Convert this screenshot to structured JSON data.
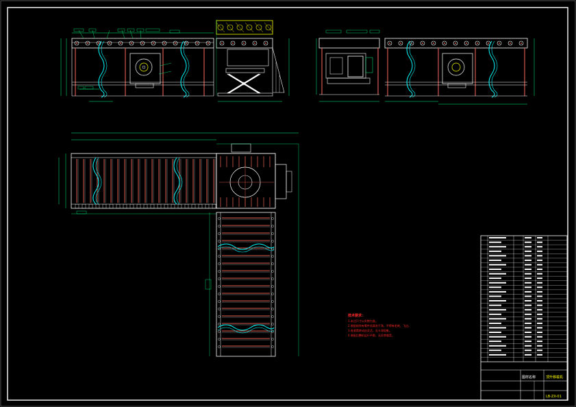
{
  "colors": {
    "background": "#000000",
    "border": "#ffffff",
    "frame": "#ffffff",
    "roller": "#d65a4a",
    "dimension": "#00ff7f",
    "green": "#00c000",
    "cyan": "#00ffff",
    "yellow": "#ffff00",
    "notes": "#ff2a2a"
  },
  "title_block": {
    "title_lines": [
      "图样名称",
      "顶升移载机"
    ],
    "drawing_number": "LB-ZX-01",
    "row_count": 28
  },
  "tech_notes": {
    "heading": "技术要求：",
    "lines": [
      "1.未注尺寸以实物为准。",
      "2.装配前所有零件须清洗干净，不得有毛刺、飞边。",
      "3.各滚筒转动应灵活，无卡滞现象。",
      "4.装配后整机运行平稳，无异常噪音。"
    ]
  }
}
